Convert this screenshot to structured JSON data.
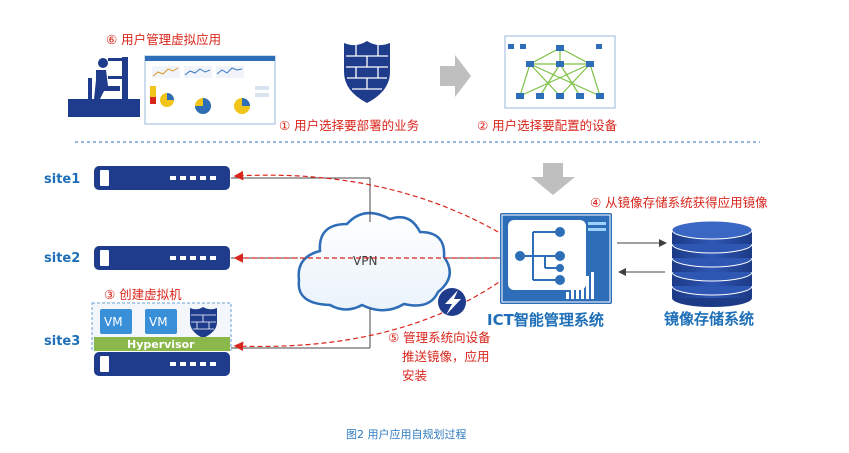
{
  "steps": {
    "step6": "⑥ 用户管理虚拟应用",
    "step1": "① 用户选择要部署的业务",
    "step2": "② 用户选择要配置的设备",
    "step3": "③ 创建虚拟机",
    "step4": "④ 从镜像存储系统获得应用镜像",
    "step5_line1": "⑤ 管理系统向设备",
    "step5_line2": "推送镜像，应用",
    "step5_line3": "安装"
  },
  "sites": {
    "site1": "site1",
    "site2": "site2",
    "site3": "site3"
  },
  "vm": {
    "vm1": "VM",
    "vm2": "VM",
    "hypervisor": "Hypervisor"
  },
  "cloud": {
    "label": "VPN"
  },
  "ict": {
    "label": "ICT智能管理系统"
  },
  "storage": {
    "label": "镜像存储系统"
  },
  "caption": "图2  用户应用自规划过程",
  "colors": {
    "accent_blue": "#1e6fb7",
    "navy": "#1f3b8c",
    "step_red": "#d9261c",
    "hypervisor_green": "#8ab84a",
    "arrow_gray": "#bfbfbf"
  },
  "icons": [
    "person-at-desk-icon",
    "firewall-shield-icon",
    "topology-icon",
    "management-server-icon",
    "storage-stack-icon",
    "lightning-badge-icon"
  ]
}
